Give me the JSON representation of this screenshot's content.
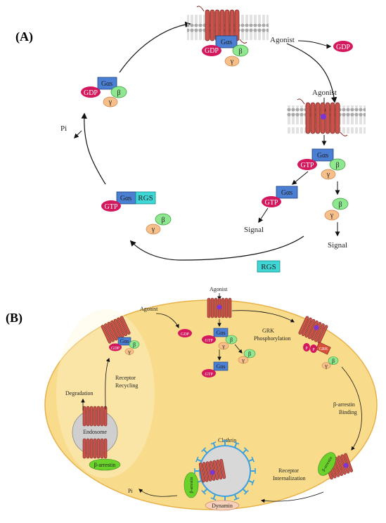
{
  "panels": {
    "a": "(A)",
    "b": "(B)"
  },
  "labels_a": {
    "agonist_top": "Agonist",
    "agonist_mid": "Agonist",
    "gdp": "GDP",
    "gtp": "GTP",
    "galpha": "Gαs",
    "beta": "β",
    "gamma": "γ",
    "rgs": "RGS",
    "signal": "Signal",
    "pi": "Pi"
  },
  "labels_b": {
    "agonist_top": "Agonist",
    "agonist_left": "Agonist",
    "grk_phos_1": "GRK",
    "grk_phos_2": "Phosphorylation",
    "grk": "GRK",
    "p": "P",
    "barrestin_binding_1": "β-arrestin",
    "barrestin_binding_2": "Binding",
    "receptor_internalization_1": "Receptor",
    "receptor_internalization_2": "Internalization",
    "clathrin": "Clathrin",
    "dynamin": "Dynamin",
    "barrestin": "β-arrestin",
    "endosome": "Endosome",
    "degradation": "Degradation",
    "receptor_recycling_1": "Receptor",
    "receptor_recycling_2": "Recycling",
    "pi": "Pi",
    "gdp": "GDP",
    "gtp": "GTP",
    "galpha": "Gαs",
    "beta": "β",
    "gamma": "γ"
  },
  "colors": {
    "receptor": "#c9524a",
    "receptor_edge": "#7a2620",
    "membrane": "#a9a9a9",
    "galpha": "#4a7fd4",
    "gdp_gtp": "#d4185e",
    "beta": "#8fe88f",
    "gamma": "#f7c08a",
    "rgs": "#3fd6d6",
    "agonist": "#7a36d8",
    "cell": "#f8dc8c",
    "cell_edge": "#e8b24a",
    "barrestin": "#6ad22a",
    "clathrin": "#3aa0e0",
    "endosome": "#cfcfcf",
    "dynamin": "#f6d0b8"
  }
}
